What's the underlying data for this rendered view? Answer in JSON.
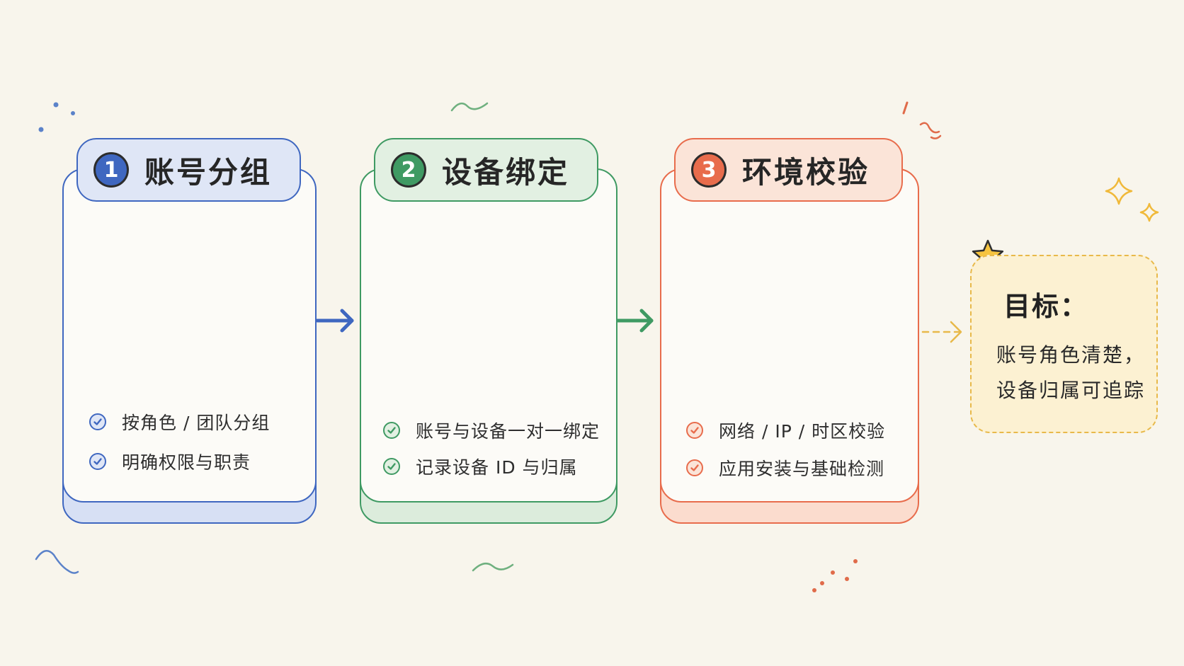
{
  "steps": [
    {
      "number": "1",
      "title": "账号分组",
      "color": "#3f67c0",
      "fill": "#dfe6f6",
      "shadow": "#d7e0f4",
      "icon": "people-group-icon",
      "bullets": [
        "按角色 / 团队分组",
        "明确权限与职责"
      ]
    },
    {
      "number": "2",
      "title": "设备绑定",
      "color": "#3f9a63",
      "fill": "#e2f0e2",
      "shadow": "#dcecdc",
      "icon": "android-phone-binding-icon",
      "bullets": [
        "账号与设备一对一绑定",
        "记录设备 ID 与归属"
      ]
    },
    {
      "number": "3",
      "title": "环境校验",
      "color": "#e86c4c",
      "fill": "#fbe4d8",
      "shadow": "#fbdcce",
      "icon": "clipboard-magnifier-icon",
      "bullets": [
        "网络 / IP / 时区校验",
        "应用安装与基础检测"
      ]
    }
  ],
  "goal": {
    "title": "目标：",
    "lines": [
      "账号角色清楚，",
      "设备归属可追踪"
    ],
    "accent": "#e8b94a",
    "icon": "star-icon"
  },
  "arrow_colors": [
    "#3f67c0",
    "#3f9a63",
    "#e8b94a"
  ]
}
